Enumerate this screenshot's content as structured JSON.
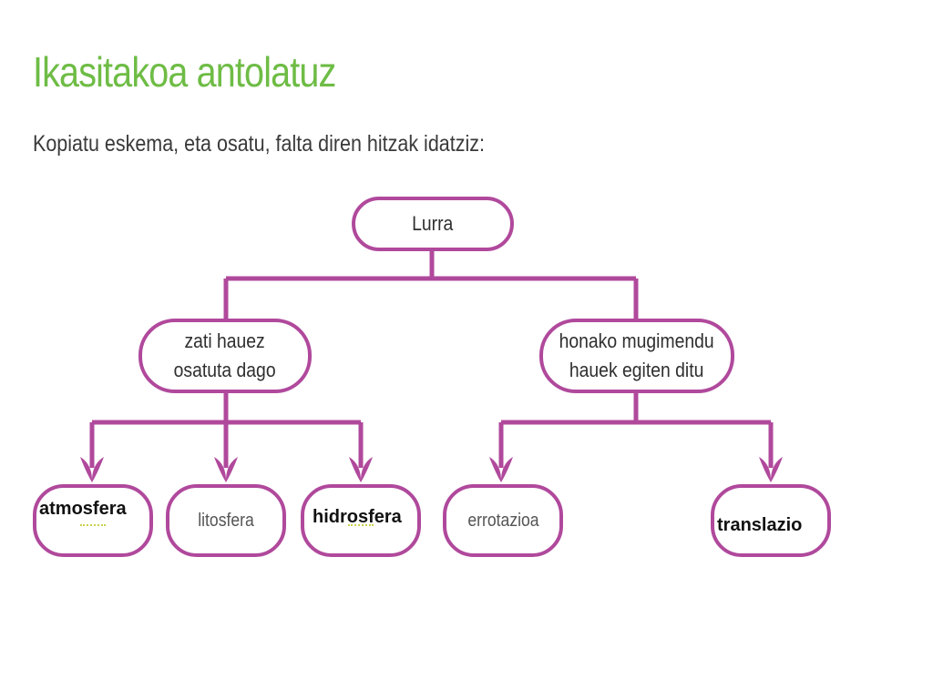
{
  "title": "Ikasitakoa antolatuz",
  "instruction": "Kopiatu eskema, eta osatu, falta diren hitzak idatziz:",
  "root": {
    "label": "Lurra"
  },
  "branches": {
    "left": {
      "label": "zati hauez\nosatuta dago"
    },
    "right": {
      "label": "honako mugimendu\nhauek egiten ditu"
    }
  },
  "leaves": {
    "atmosfera": {
      "printed": "",
      "answer": "atmosfera"
    },
    "litosfera": {
      "printed": "litosfera"
    },
    "hidrosfera": {
      "printed": "",
      "answer": "hidrosfera"
    },
    "errotazioa": {
      "printed": "errotazioa"
    },
    "translazio": {
      "printed": "",
      "answer": "translazio"
    }
  },
  "colors": {
    "title": "#6ebc45",
    "node_border": "#b0499c",
    "blank_dots": "#c9d34a"
  }
}
